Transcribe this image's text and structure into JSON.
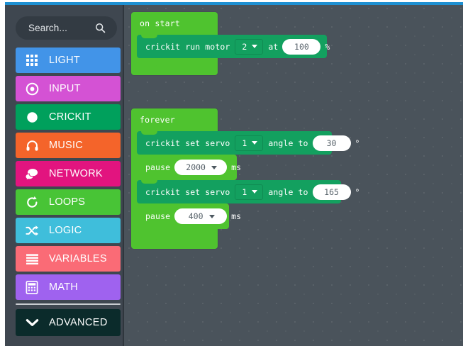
{
  "app": {
    "name": "MakeCode Blocks Editor",
    "accent_color": "#1e90d2",
    "toolbox_bg": "#3f4750",
    "workspace_bg": "#4a535b"
  },
  "toolbox": {
    "search": {
      "placeholder": "Search...",
      "icon": "search-icon",
      "value": ""
    },
    "categories": [
      {
        "label": "LIGHT",
        "icon": "grid-3x3-icon",
        "color": "#4294e8"
      },
      {
        "label": "INPUT",
        "icon": "target-dot-icon",
        "color": "#d452d4"
      },
      {
        "label": "CRICKIT",
        "icon": "filled-circle-icon",
        "color": "#00a05c"
      },
      {
        "label": "MUSIC",
        "icon": "headphones-icon",
        "color": "#f4642a"
      },
      {
        "label": "NETWORK",
        "icon": "speech-bubbles-icon",
        "color": "#e2147f"
      },
      {
        "label": "LOOPS",
        "icon": "refresh-loop-icon",
        "color": "#48c436"
      },
      {
        "label": "LOGIC",
        "icon": "shuffle-icon",
        "color": "#3fbedb"
      },
      {
        "label": "VARIABLES",
        "icon": "list-lines-icon",
        "color": "#fa6b76"
      },
      {
        "label": "MATH",
        "icon": "calculator-icon",
        "color": "#9f62ef"
      }
    ],
    "advanced": {
      "label": "ADVANCED",
      "icon": "chevron-down-icon",
      "color": "#0b2b2b"
    }
  },
  "workspace": {
    "blocks": [
      {
        "id": "on-start",
        "type": "event-hat",
        "label": "on start",
        "color": "#4fc32f",
        "children": [
          {
            "id": "crickit-run-motor",
            "type": "statement",
            "color": "#13a05f",
            "text_before": "crickit run motor",
            "motor": "2",
            "text_middle": "at",
            "speed": "100",
            "text_after": "%"
          }
        ]
      },
      {
        "id": "forever",
        "type": "event-hat",
        "label": "forever",
        "color": "#4fc32f",
        "children": [
          {
            "id": "crickit-set-servo-1",
            "type": "statement",
            "color": "#13a05f",
            "text_before": "crickit set servo",
            "servo": "1",
            "text_middle": "angle to",
            "angle": "30",
            "text_after": "°"
          },
          {
            "id": "pause-1",
            "type": "statement",
            "color": "#4fc32f",
            "text_before": "pause",
            "duration": "2000",
            "text_after": "ms"
          },
          {
            "id": "crickit-set-servo-2",
            "type": "statement",
            "color": "#13a05f",
            "text_before": "crickit set servo",
            "servo": "1",
            "text_middle": "angle to",
            "angle": "165",
            "text_after": "°"
          },
          {
            "id": "pause-2",
            "type": "statement",
            "color": "#4fc32f",
            "text_before": "pause",
            "duration": "400",
            "text_after": "ms"
          }
        ]
      }
    ]
  }
}
